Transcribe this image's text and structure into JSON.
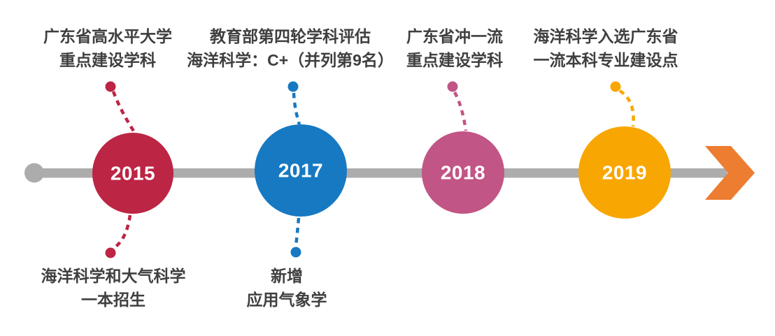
{
  "timeline": {
    "bar_color": "#ACACAC",
    "arrow_color": "#ED7D31",
    "text_color": "#3F3F3F",
    "year_text_color": "#FFFFFF",
    "events": [
      {
        "year": "2015",
        "color": "#BC2544",
        "top_label": [
          "广东省高水平大学",
          "重点建设学科"
        ],
        "bottom_label": [
          "海洋科学和大气科学",
          "一本招生"
        ]
      },
      {
        "year": "2017",
        "color": "#1779C2",
        "top_label": [
          "教育部第四轮学科评估",
          "海洋科学：C+（并列第9名）"
        ],
        "bottom_label": [
          "新增",
          "应用气象学"
        ]
      },
      {
        "year": "2018",
        "color": "#C15586",
        "top_label": [
          "广东省冲一流",
          "重点建设学科"
        ],
        "bottom_label": []
      },
      {
        "year": "2019",
        "color": "#F8A602",
        "top_label": [
          "海洋科学入选广东省",
          "一流本科专业建设点"
        ],
        "bottom_label": []
      }
    ]
  }
}
